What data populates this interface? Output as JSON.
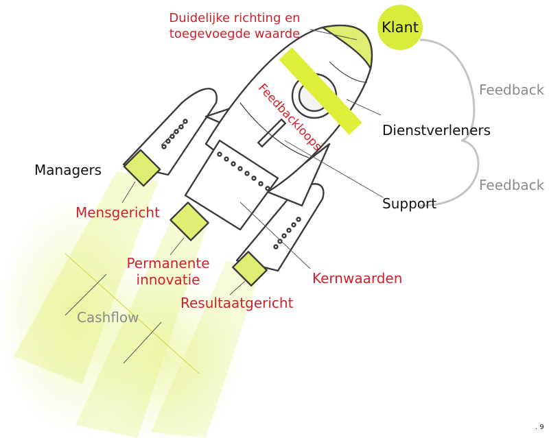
{
  "labels": {
    "klant": "Klant",
    "direction_line1": "Duidelijke richting en",
    "direction_line2": "toegevoegde waarde",
    "feedbackloops": "Feedbackloops",
    "feedback_top": "Feedback",
    "dienstverleners": "Dienstverleners",
    "feedback_bottom": "Feedback",
    "managers": "Managers",
    "support": "Support",
    "mensgericht": "Mensgericht",
    "permanente_line1": "Permanente",
    "permanente_line2": "innovatie",
    "kernwaarden": "Kernwaarden",
    "resultaatgericht": "Resultaatgericht",
    "cashflow": "Cashflow",
    "page_number": ". 9"
  },
  "colors": {
    "accent_lime": "#d9ec3c",
    "label_red": "#d0202a",
    "label_black": "#111111",
    "label_gray": "#8a8a8a",
    "outline": "#3a3a3a"
  }
}
